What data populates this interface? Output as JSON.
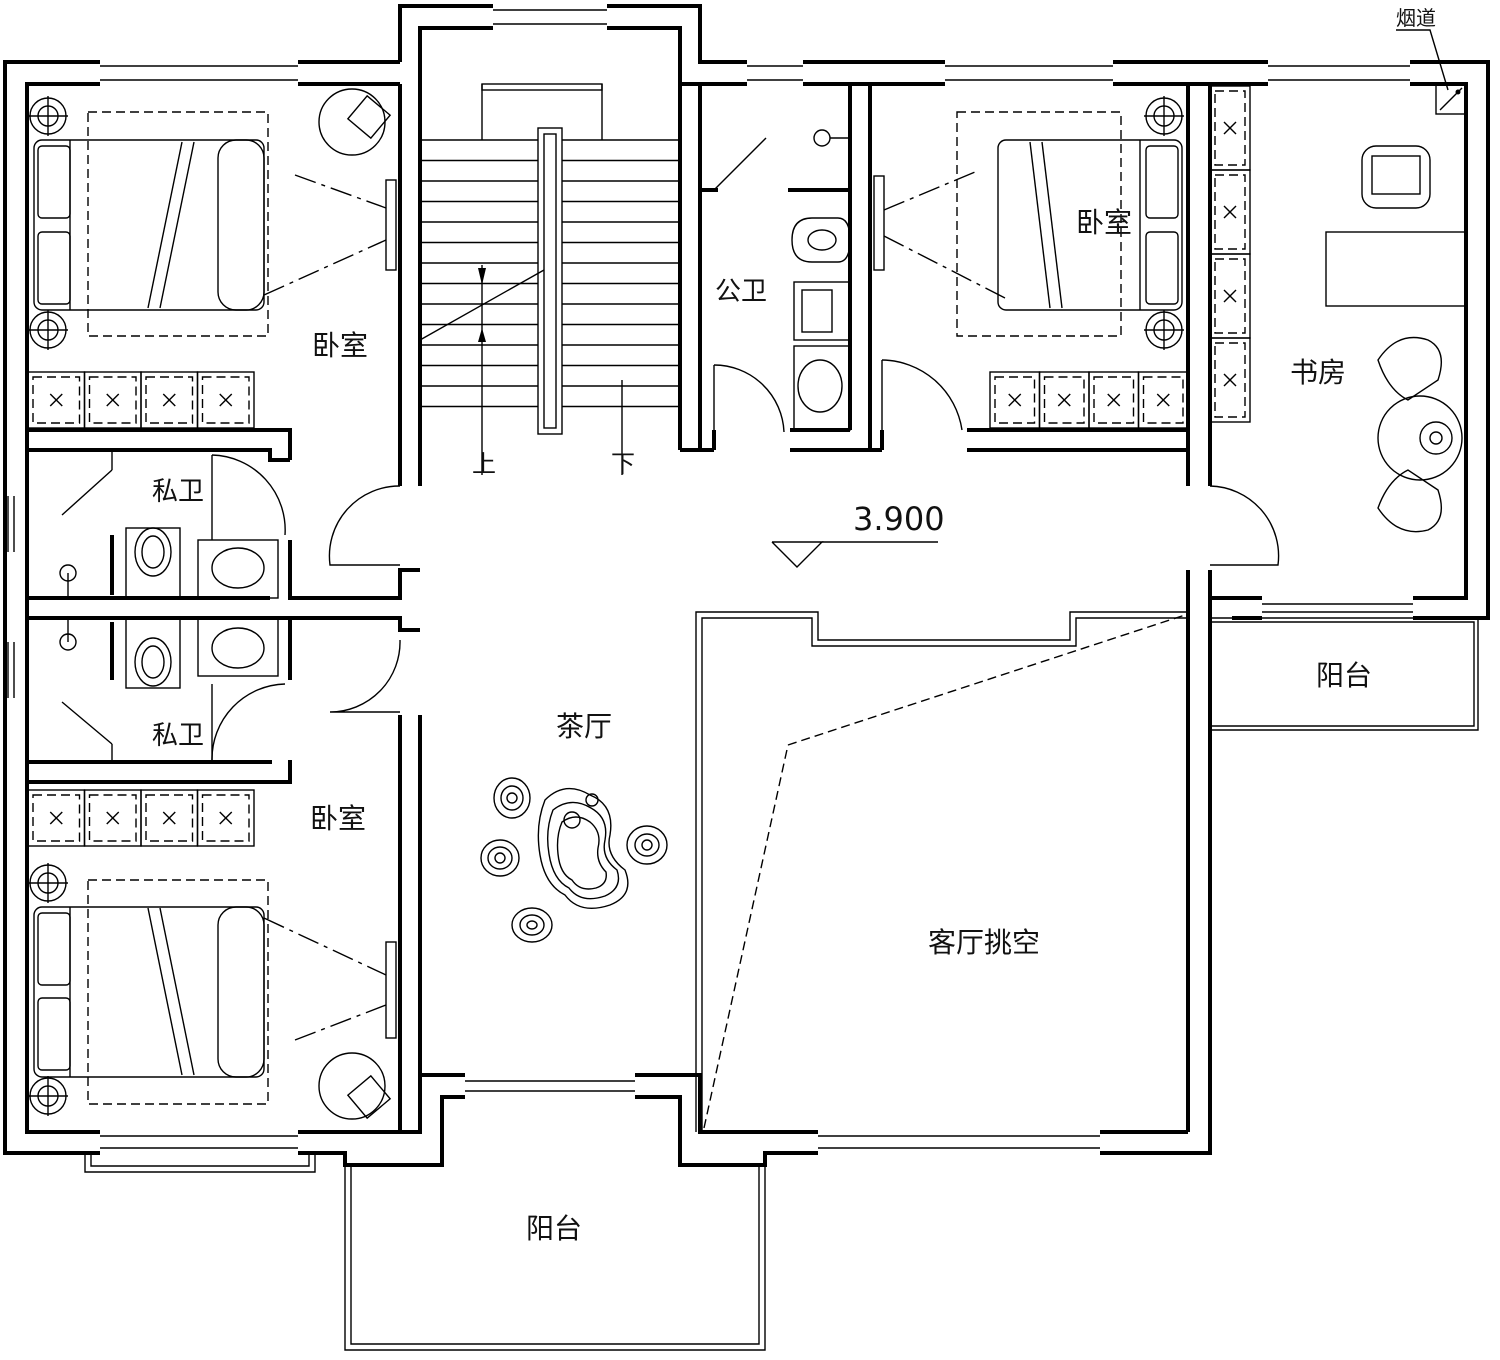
{
  "rooms": {
    "bedroom_nw": "卧室",
    "bedroom_sw": "卧室",
    "bedroom_ne": "卧室",
    "bath_private_upper": "私卫",
    "bath_private_lower": "私卫",
    "bath_public": "公卫",
    "study": "书房",
    "tea_hall": "茶厅",
    "living_void": "客厅挑空",
    "balcony_east": "阳台",
    "balcony_south": "阳台"
  },
  "stair": {
    "up": "上",
    "down": "下"
  },
  "elevation": "3.900",
  "flue": "烟道"
}
